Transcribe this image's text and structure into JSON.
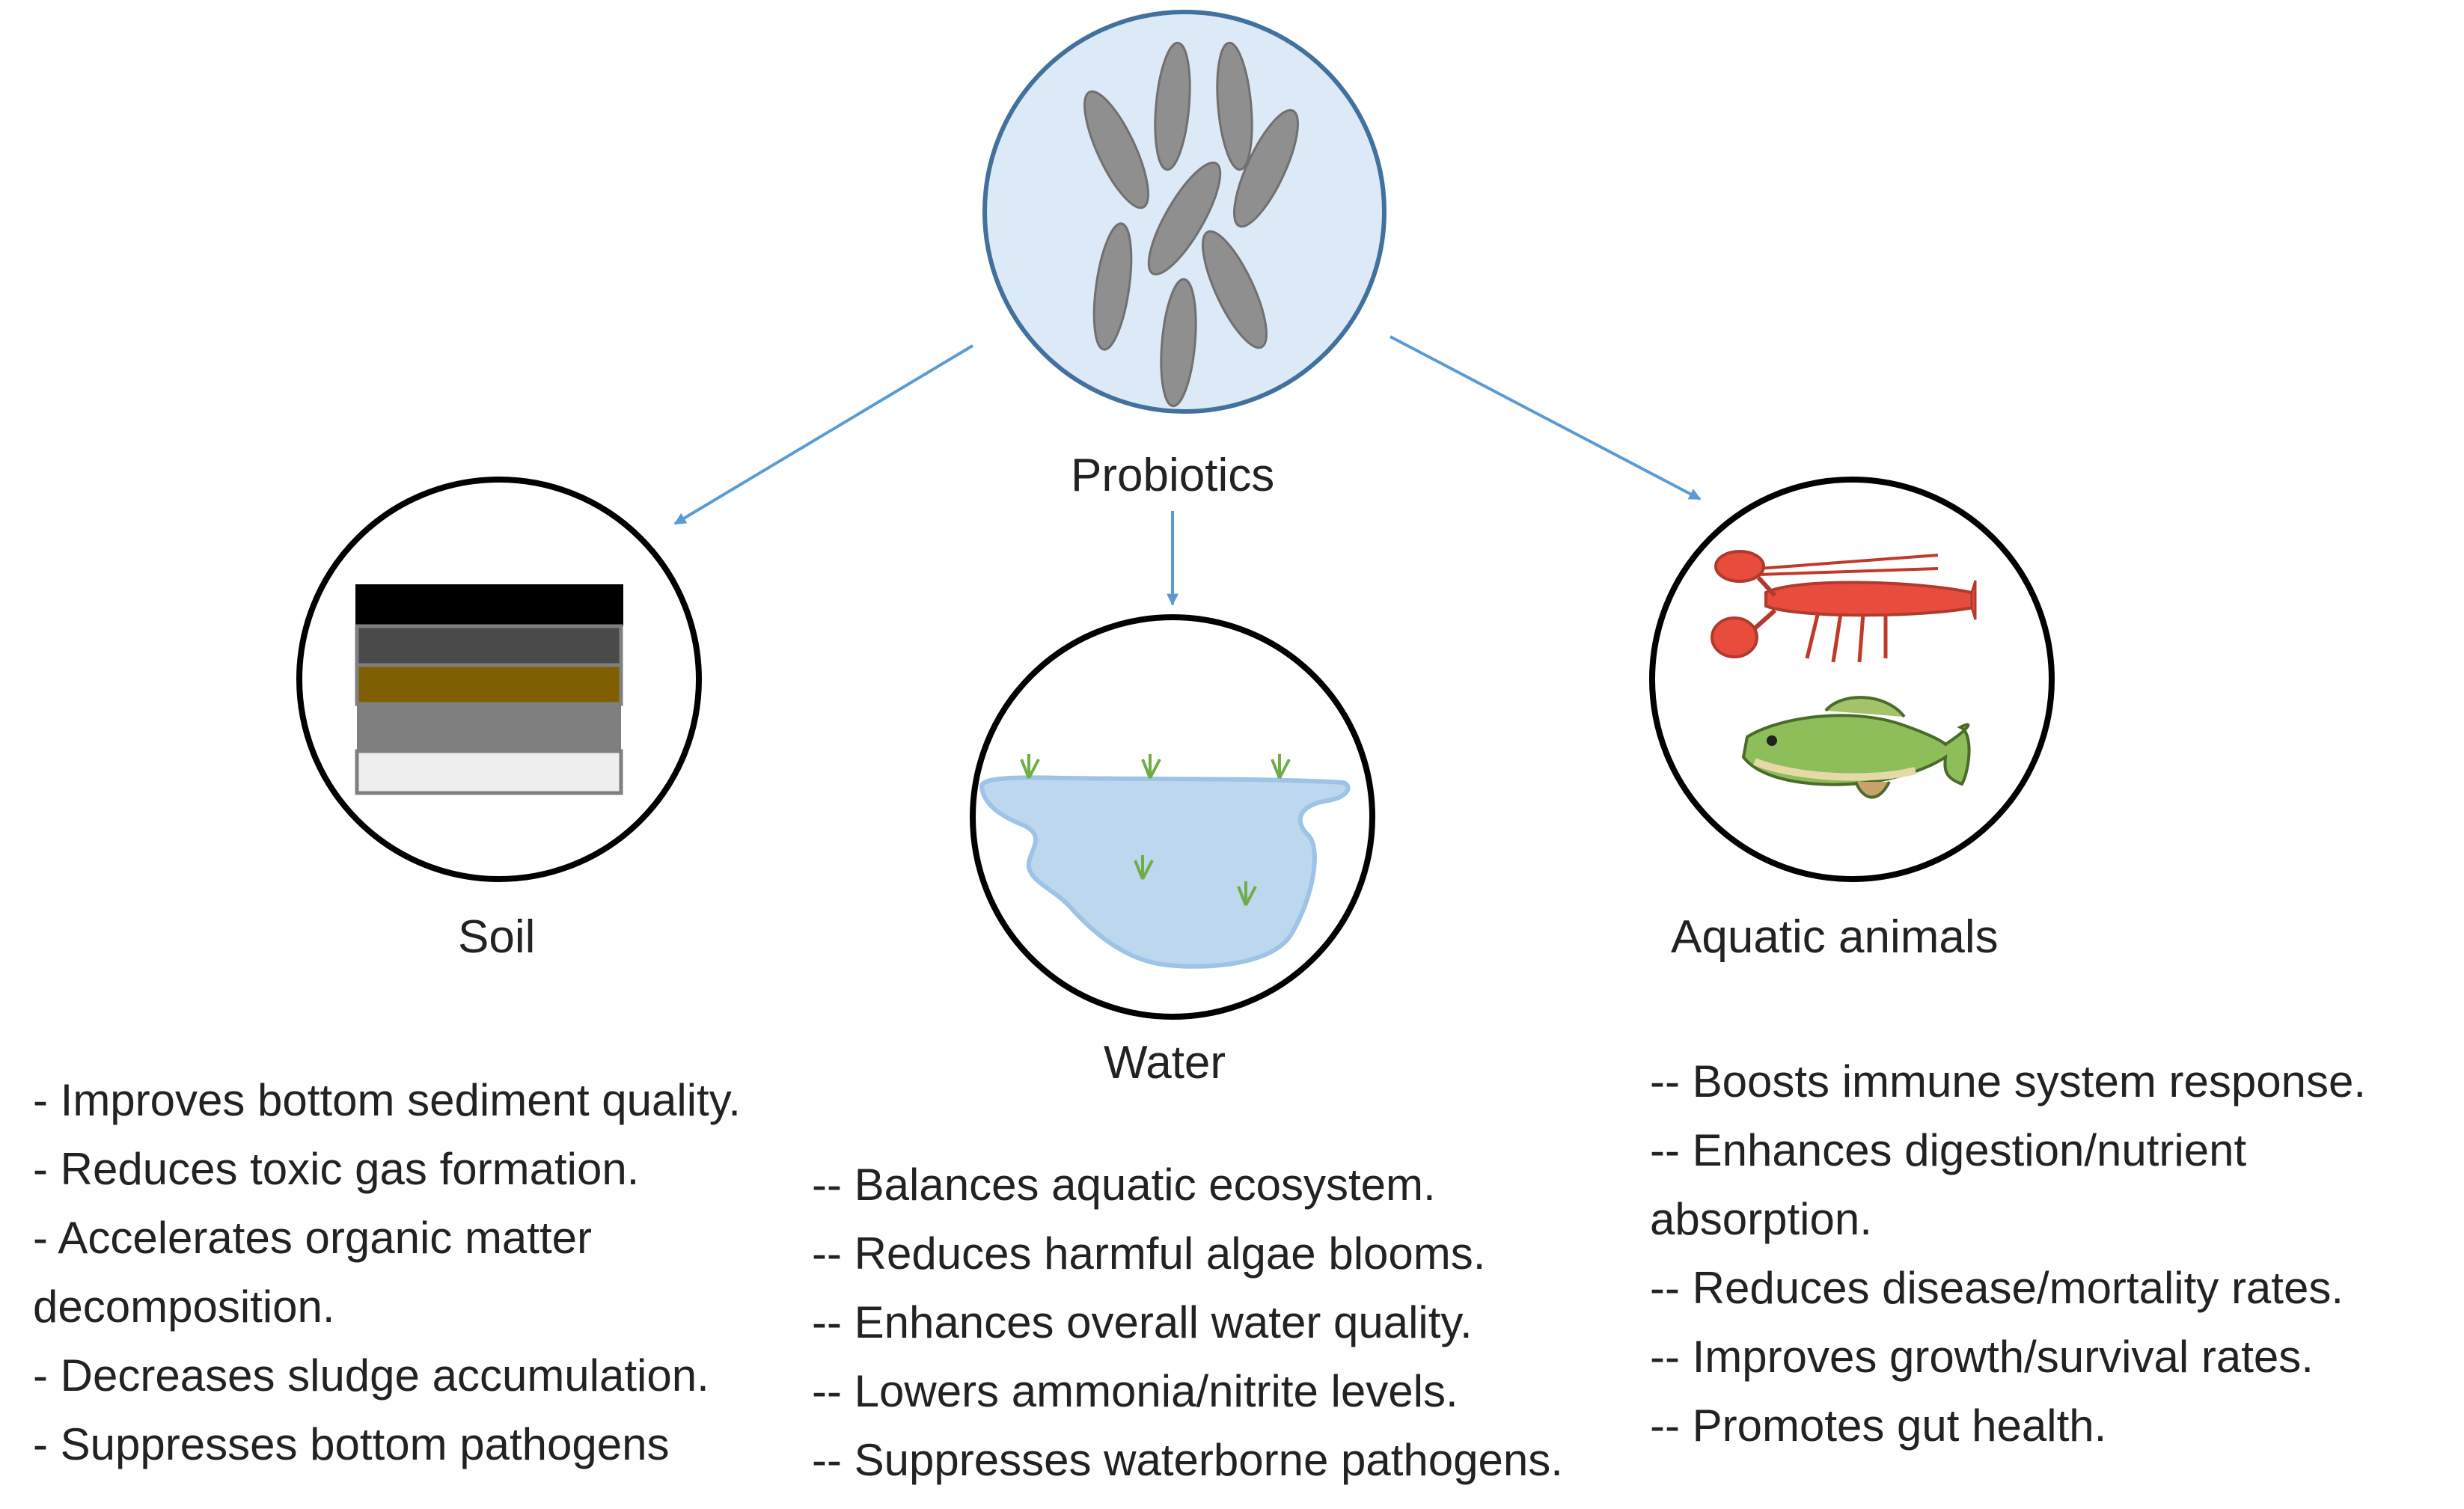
{
  "center": {
    "label": "Probiotics",
    "icon": "bacteria-icon"
  },
  "nodes": {
    "soil": {
      "label": "Soil",
      "icon": "soil-layers-icon"
    },
    "water": {
      "label": "Water",
      "icon": "pond-icon"
    },
    "animals": {
      "label": "Aquatic animals",
      "icon": "crayfish-and-fish-icon"
    }
  },
  "benefits": {
    "soil": [
      "- Improves bottom sediment quality.",
      "- Reduces toxic gas formation.",
      "- Accelerates organic matter",
      "decomposition.",
      "- Decreases sludge accumulation.",
      "- Suppresses bottom pathogens"
    ],
    "water": [
      "-- Balances aquatic ecosystem.",
      "-- Reduces harmful algae blooms.",
      "-- Enhances overall water quality.",
      "-- Lowers ammonia/nitrite levels.",
      "-- Suppresses waterborne pathogens."
    ],
    "animals": [
      "-- Boosts immune system response.",
      "-- Enhances digestion/nutrient",
      "absorption.",
      "-- Reduces disease/mortality rates.",
      "-- Improves growth/survival rates.",
      "-- Promotes gut health."
    ]
  },
  "colors": {
    "arrow": "#5b9bd5",
    "center_fill": "#dce9f6",
    "center_stroke": "#41719c",
    "bacteria": "#8f8f8f",
    "water_fill": "#bdd7ee",
    "soil_layers": [
      "#000000",
      "#4a4a4a",
      "#7f6000",
      "#7f7f7f",
      "#eeeeee"
    ]
  }
}
